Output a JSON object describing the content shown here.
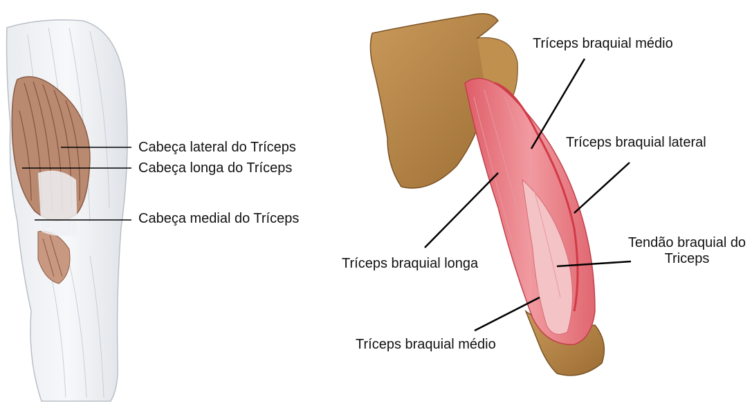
{
  "left_figure": {
    "labels": [
      "Cabeça lateral do Tríceps",
      "Cabeça longa do Tríceps",
      "Cabeça medial do Tríceps"
    ]
  },
  "right_figure": {
    "labels": {
      "medio_top": "Tríceps braquial médio",
      "lateral": "Tríceps braquial lateral",
      "tendon_line1": "Tendão braquial do",
      "tendon_line2": "Triceps",
      "longa": "Tríceps braquial longa",
      "medio_bottom": "Tríceps braquial médio"
    }
  },
  "colors": {
    "bone": "#b8884a",
    "muscle": "#e8747a",
    "muscle_dark": "#d94a55",
    "line": "#000000"
  }
}
